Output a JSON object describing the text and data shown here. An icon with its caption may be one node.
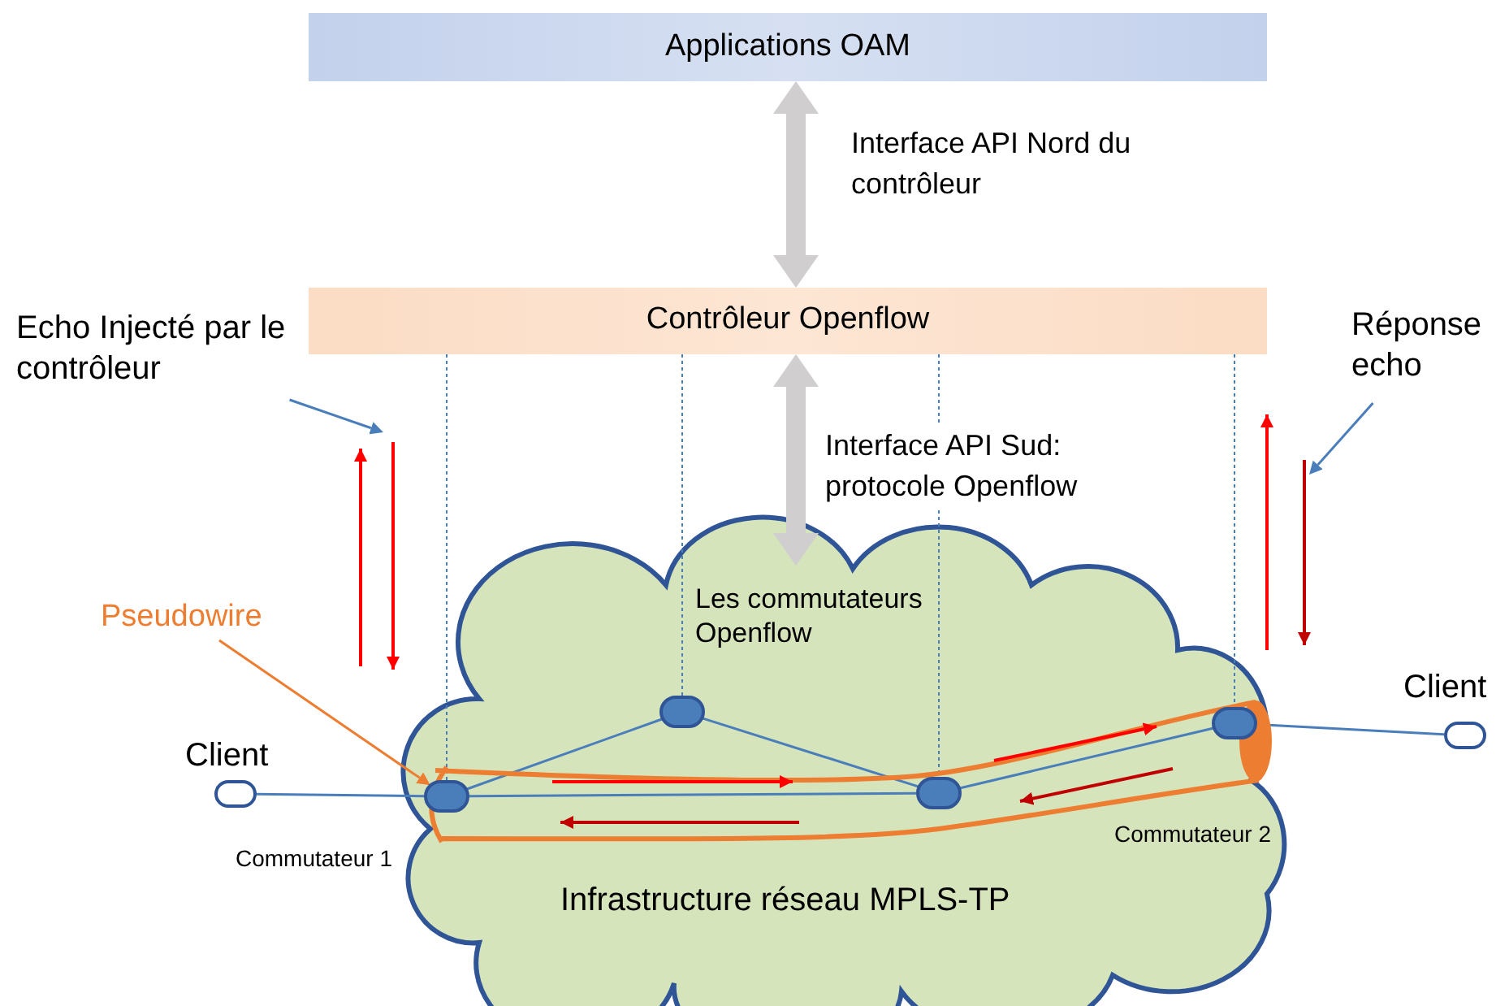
{
  "diagram": {
    "nodes": [
      {
        "text": [
          "Applications OAM"
        ]
      },
      {
        "text": [
          "Contrôleur Openflow"
        ]
      },
      {
        "text": [
          "Les commutateurs Openflow",
          "Infrastructure réseau MPLS-TP"
        ]
      },
      {
        "text": [],
        "shape": "circle",
        "in": 2,
        "beside": [
          "Commutateur 1"
        ]
      },
      {
        "text": [],
        "shape": "circle",
        "in": 2
      },
      {
        "text": [],
        "shape": "circle",
        "in": 2
      },
      {
        "text": [],
        "shape": "circle",
        "in": 2,
        "beside": [
          "Commutateur 2"
        ]
      },
      {
        "text": [],
        "shape": "circle",
        "beside": [
          "Client"
        ]
      },
      {
        "text": [],
        "shape": "circle",
        "beside": [
          "Client"
        ]
      },
      {
        "text": [
          "Echo Injecté par le contrôleur"
        ]
      },
      {
        "text": [
          "Réponse echo"
        ]
      },
      {
        "text": [
          "Pseudowire"
        ]
      }
    ],
    "edges": [
      {
        "from": 0,
        "to": 1,
        "arrow": "both",
        "style": "thick",
        "color": "#d0cece",
        "label": "Interface API Nord du contrôleur"
      },
      {
        "from": 1,
        "to": 2,
        "arrow": "both",
        "style": "thick",
        "color": "#d0cece",
        "label": "Interface API Sud: protocole Openflow"
      },
      {
        "from": 7,
        "to": 3,
        "arrow": "none"
      },
      {
        "from": 3,
        "to": 4,
        "arrow": "none"
      },
      {
        "from": 4,
        "to": 5,
        "arrow": "none"
      },
      {
        "from": 3,
        "to": 5,
        "arrow": "none"
      },
      {
        "from": 5,
        "to": 6,
        "arrow": "none"
      },
      {
        "from": 6,
        "to": 8,
        "arrow": "none"
      },
      {
        "from": 1,
        "to": 3,
        "arrow": "none",
        "style": "dashed"
      },
      {
        "from": 1,
        "to": 4,
        "arrow": "none",
        "style": "dashed"
      },
      {
        "from": 1,
        "to": 5,
        "arrow": "none",
        "style": "dashed"
      },
      {
        "from": 1,
        "to": 6,
        "arrow": "none",
        "style": "dashed"
      },
      {
        "from": 9,
        "to": null,
        "arrow": "to"
      },
      {
        "from": 10,
        "to": null,
        "arrow": "to"
      },
      {
        "from": 11,
        "to": 3,
        "arrow": "to",
        "color": "#ed7d31"
      },
      {
        "from": 3,
        "to": 6,
        "arrow": "other",
        "style": "thick",
        "color": "#ed7d31"
      }
    ]
  }
}
